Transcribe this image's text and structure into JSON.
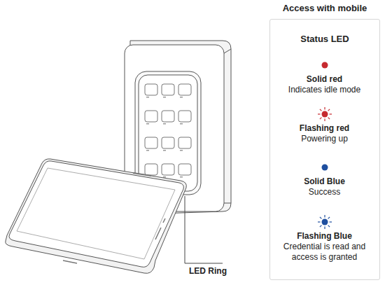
{
  "diagram": {
    "title": "Access with mobile",
    "nodes": [
      {
        "text": [
          "Status LED"
        ]
      },
      {
        "text": [
          "Solid red",
          "Indicates idle mode"
        ],
        "in": 0
      },
      {
        "text": [
          "Flashing red",
          "Powering up"
        ],
        "in": 0
      },
      {
        "text": [
          "Solid Blue",
          "Success"
        ],
        "in": 0
      },
      {
        "text": [
          "Flashing Blue",
          "Credential is read and access is granted"
        ],
        "in": 0
      }
    ],
    "labels": [
      "LED Ring"
    ]
  }
}
